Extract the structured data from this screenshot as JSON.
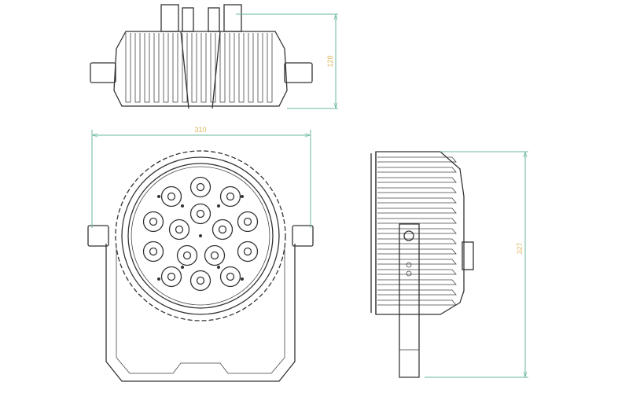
{
  "dimensions": {
    "height_top_view": "128",
    "width_front_view": "310",
    "height_side_view": "327"
  },
  "colors": {
    "dimension_line": "#6ab89a",
    "dimension_text": "#d9b860",
    "outline": "#333333"
  }
}
